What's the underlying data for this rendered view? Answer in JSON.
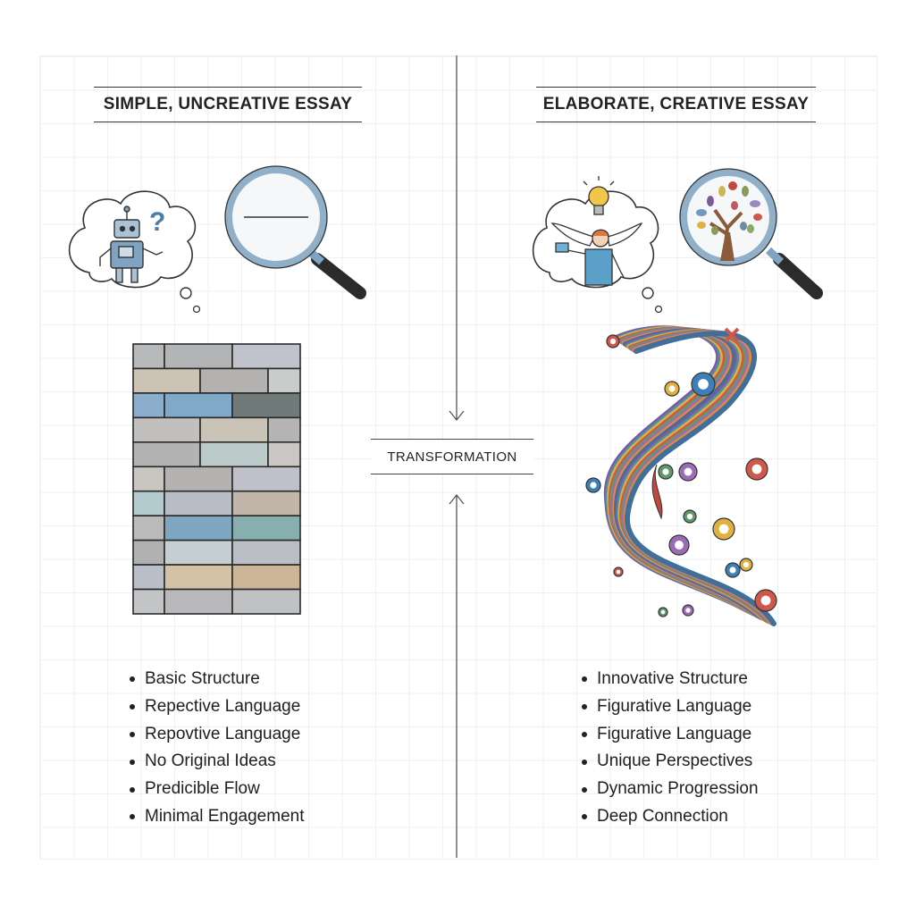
{
  "left": {
    "title": "SIMPLE, UNCREATIVE ESSAY",
    "bullets": [
      "Basic Structure",
      "Repective Language",
      "Repovtive Language",
      "No Original Ideas",
      "Predicible Flow",
      "Minimal Engagement"
    ],
    "brick_rows": [
      [
        "#b8b9bb",
        "#b3b4b6",
        "#c0c3cc"
      ],
      [
        "#cbc3b4",
        "#b4b2b0",
        "#c9ccca"
      ],
      [
        "#8aaecb",
        "#7fa9c6",
        "#6f7a79"
      ],
      [
        "#c1c0be",
        "#cac3b8",
        "#b5b4b4"
      ],
      [
        "#b3b3b3",
        "#bccbc9",
        "#c9c6c4"
      ],
      [
        "#c9c5bf",
        "#b5b3b1",
        "#bfc0c9"
      ],
      [
        "#b4cbcf",
        "#b9bcc4",
        "#c1b6a9"
      ],
      [
        "#bbbaba",
        "#7fa7c2",
        "#87afb0"
      ],
      [
        "#b1b1b1",
        "#c5ced0",
        "#bcbec6"
      ],
      [
        "#b9bec8",
        "#d3c2a5",
        "#cdb597"
      ],
      [
        "#c2c4c6",
        "#b9b9bb",
        "#c0c1c3"
      ]
    ]
  },
  "center": {
    "label": "TRANSFORMATION"
  },
  "right": {
    "title": "ELABORATE, CREATIVE ESSAY",
    "bullets": [
      "Innovative Structure",
      "Figurative Language",
      "Figurative Language",
      "Unique Perspectives",
      "Dynamic Progression",
      "Deep Connection"
    ],
    "swirl_colors": [
      "#7a5c9e",
      "#4e8fa8",
      "#e0b040",
      "#d0584a",
      "#5f9a6a",
      "#9a6cb8",
      "#e08a3c",
      "#3f6f9a"
    ]
  }
}
